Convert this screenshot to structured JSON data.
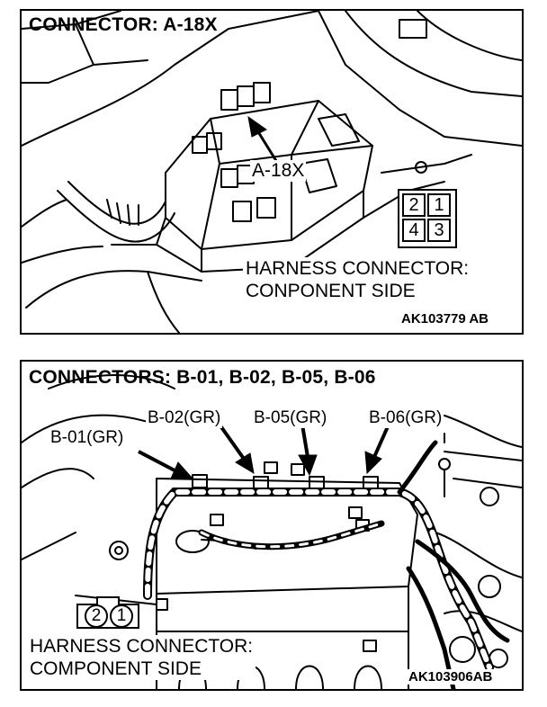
{
  "top_panel": {
    "title": "CONNECTOR: A-18X",
    "callout": "A-18X",
    "pins": [
      "2",
      "1",
      "4",
      "3"
    ],
    "side_label_line1": "HARNESS CONNECTOR:",
    "side_label_line2": "CONPONENT SIDE",
    "figure_code": "AK103779 AB"
  },
  "bottom_panel": {
    "title": "CONNECTORS: B-01, B-02, B-05, B-06",
    "callouts": [
      "B-01(GR)",
      "B-02(GR)",
      "B-05(GR)",
      "B-06(GR)"
    ],
    "pins": [
      "2",
      "1"
    ],
    "side_label_line1": "HARNESS CONNECTOR:",
    "side_label_line2": "COMPONENT SIDE",
    "figure_code": "AK103906AB"
  }
}
